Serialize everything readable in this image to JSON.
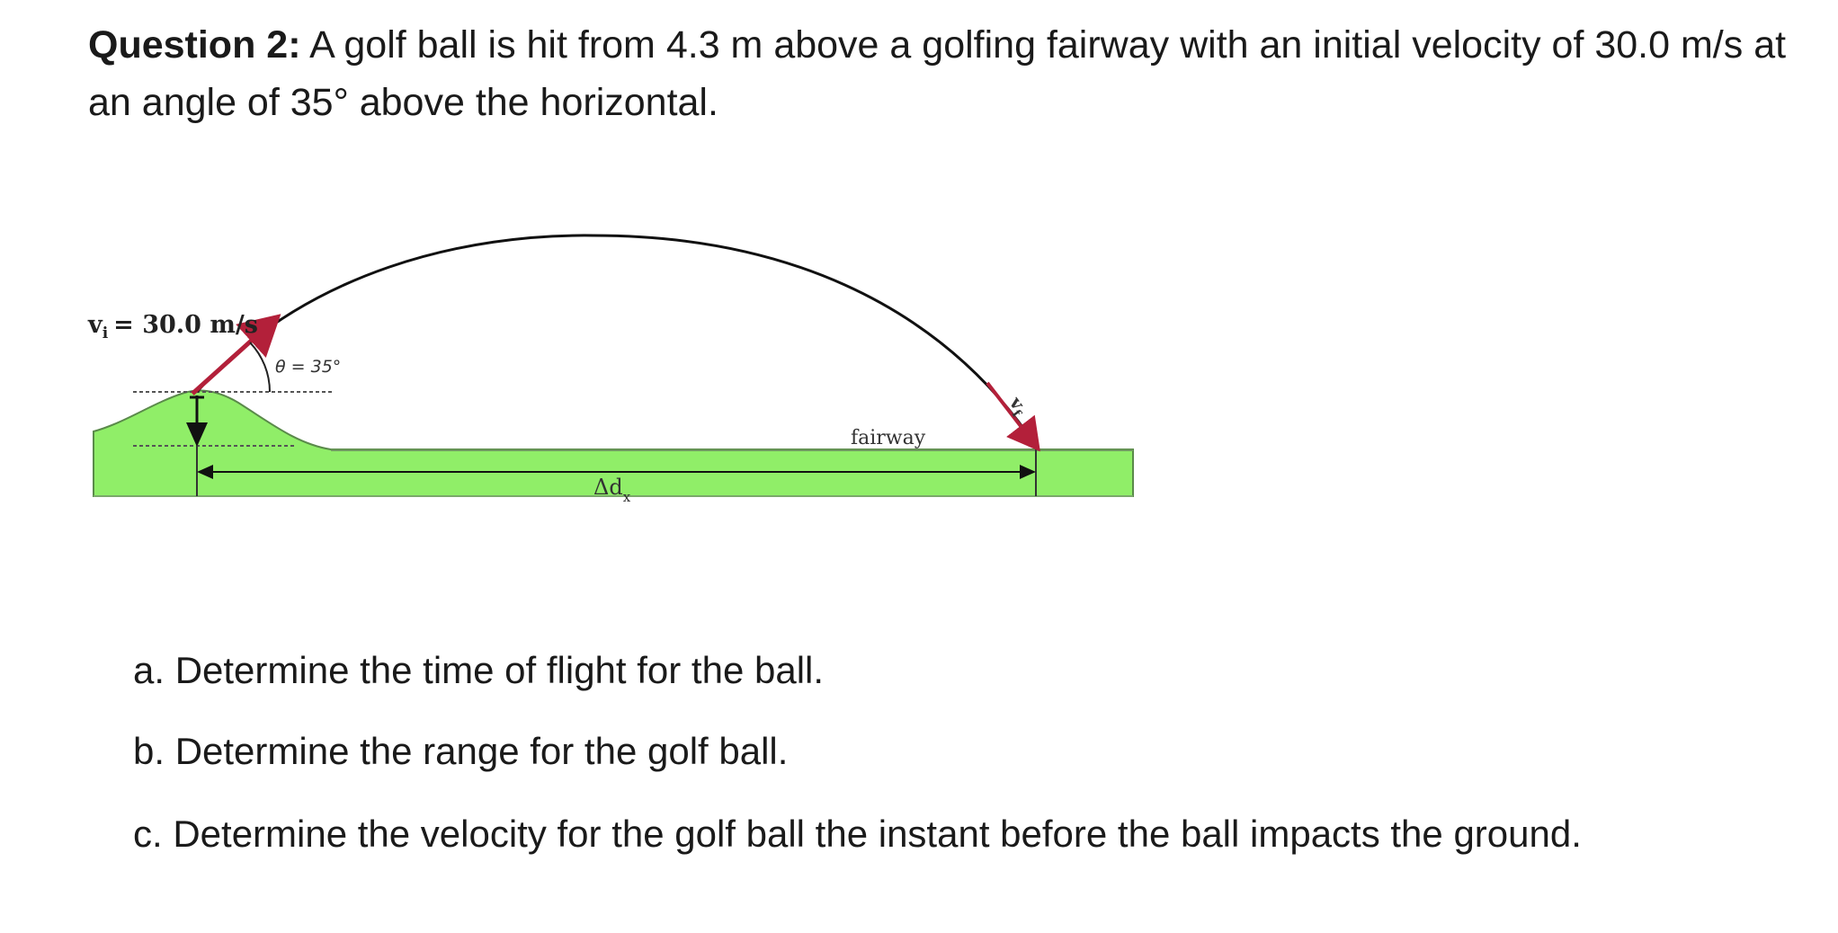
{
  "question": {
    "label": "Question 2:",
    "text": " A golf ball is hit from 4.3 m above a golfing fairway with an initial velocity of 30.0 m/s at an angle of 35° above the horizontal."
  },
  "diagram": {
    "vi_label": "v",
    "vi_subscript": "i",
    "vi_value": "= 30.0 m/s",
    "angle_label": "θ = 35°",
    "vf_label": "v",
    "vf_subscript": "f",
    "fairway_label": "fairway",
    "dx_label": "Δd",
    "dx_subscript": "x",
    "colors": {
      "grass": "#90ee68",
      "grass_edge": "#5a8a4a",
      "arrow": "#b3203a",
      "trajectory": "#111111"
    }
  },
  "parts": [
    {
      "text": "a. Determine the time of flight for the ball."
    },
    {
      "text": "b. Determine the range for the golf ball."
    },
    {
      "text": "c. Determine the velocity for the golf ball the instant before the ball impacts the ground."
    }
  ]
}
